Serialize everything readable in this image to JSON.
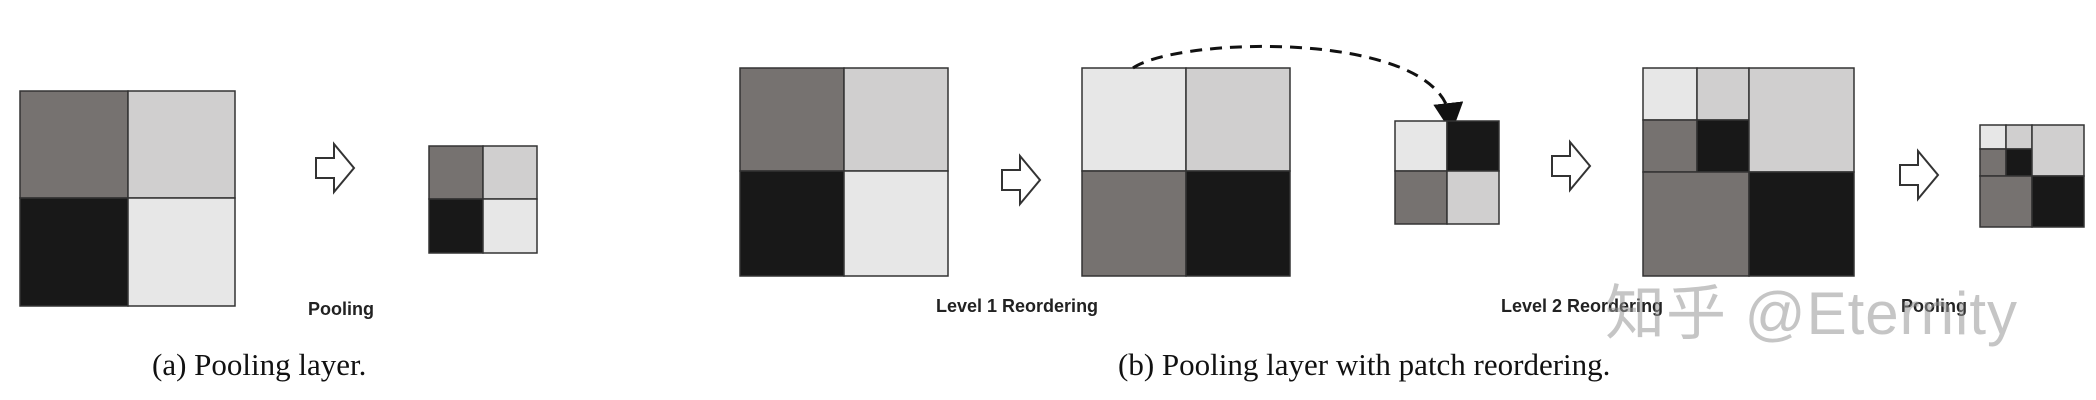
{
  "colors": {
    "dark_gray": "#767270",
    "light_gray": "#d0cfcf",
    "black": "#181818",
    "lightest_gray": "#e7e7e7",
    "border": "#333333"
  },
  "labels": {
    "pooling": "Pooling",
    "level1": "Level 1 Reordering",
    "level2": "Level 2 Reordering",
    "pooling2": "Pooling"
  },
  "captions": {
    "a": "(a) Pooling layer.",
    "b": "(b) Pooling layer with patch reordering."
  },
  "watermark": "知乎 @Eternity",
  "icons": {
    "arrow": "hollow-right-arrow-icon",
    "curve": "dashed-curved-arrow-icon"
  }
}
